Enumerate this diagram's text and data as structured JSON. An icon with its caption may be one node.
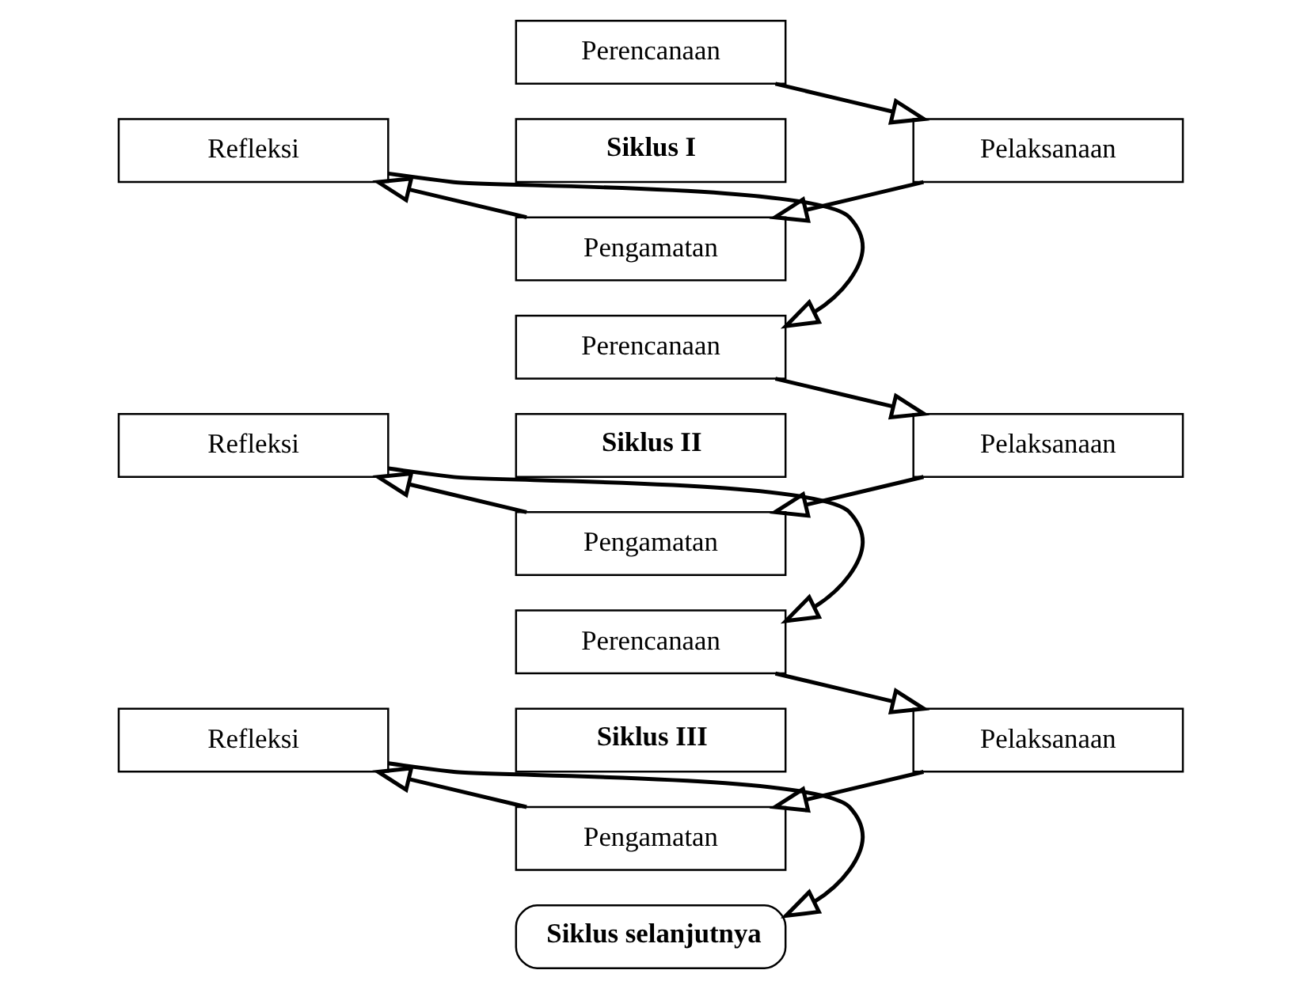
{
  "diagram": {
    "nodes": [
      {
        "text": [
          "Perencanaan"
        ]
      },
      {
        "text": [
          "Refleksi"
        ]
      },
      {
        "text": [
          "Siklus I"
        ]
      },
      {
        "text": [
          "Pelaksanaan"
        ]
      },
      {
        "text": [
          "Pengamatan"
        ]
      },
      {
        "text": [
          "Perencanaan"
        ]
      },
      {
        "text": [
          "Refleksi"
        ]
      },
      {
        "text": [
          "Siklus II"
        ]
      },
      {
        "text": [
          "Pelaksanaan"
        ]
      },
      {
        "text": [
          "Pengamatan"
        ]
      },
      {
        "text": [
          "Perencanaan"
        ]
      },
      {
        "text": [
          "Refleksi"
        ]
      },
      {
        "text": [
          "Siklus III"
        ]
      },
      {
        "text": [
          "Pelaksanaan"
        ]
      },
      {
        "text": [
          "Pengamatan"
        ]
      },
      {
        "text": [
          "Siklus selanjutnya"
        ]
      }
    ],
    "edges": [
      {
        "from": 0,
        "to": 3,
        "arrow": "to"
      },
      {
        "from": 3,
        "to": 4,
        "arrow": "to"
      },
      {
        "from": 4,
        "to": 1,
        "arrow": "to"
      },
      {
        "from": 1,
        "to": 5,
        "arrow": "to"
      },
      {
        "from": 5,
        "to": 8,
        "arrow": "to"
      },
      {
        "from": 8,
        "to": 9,
        "arrow": "to"
      },
      {
        "from": 9,
        "to": 6,
        "arrow": "to"
      },
      {
        "from": 6,
        "to": 10,
        "arrow": "to"
      },
      {
        "from": 10,
        "to": 13,
        "arrow": "to"
      },
      {
        "from": 13,
        "to": 14,
        "arrow": "to"
      },
      {
        "from": 14,
        "to": 11,
        "arrow": "to"
      },
      {
        "from": 11,
        "to": 15,
        "arrow": "to"
      }
    ]
  }
}
